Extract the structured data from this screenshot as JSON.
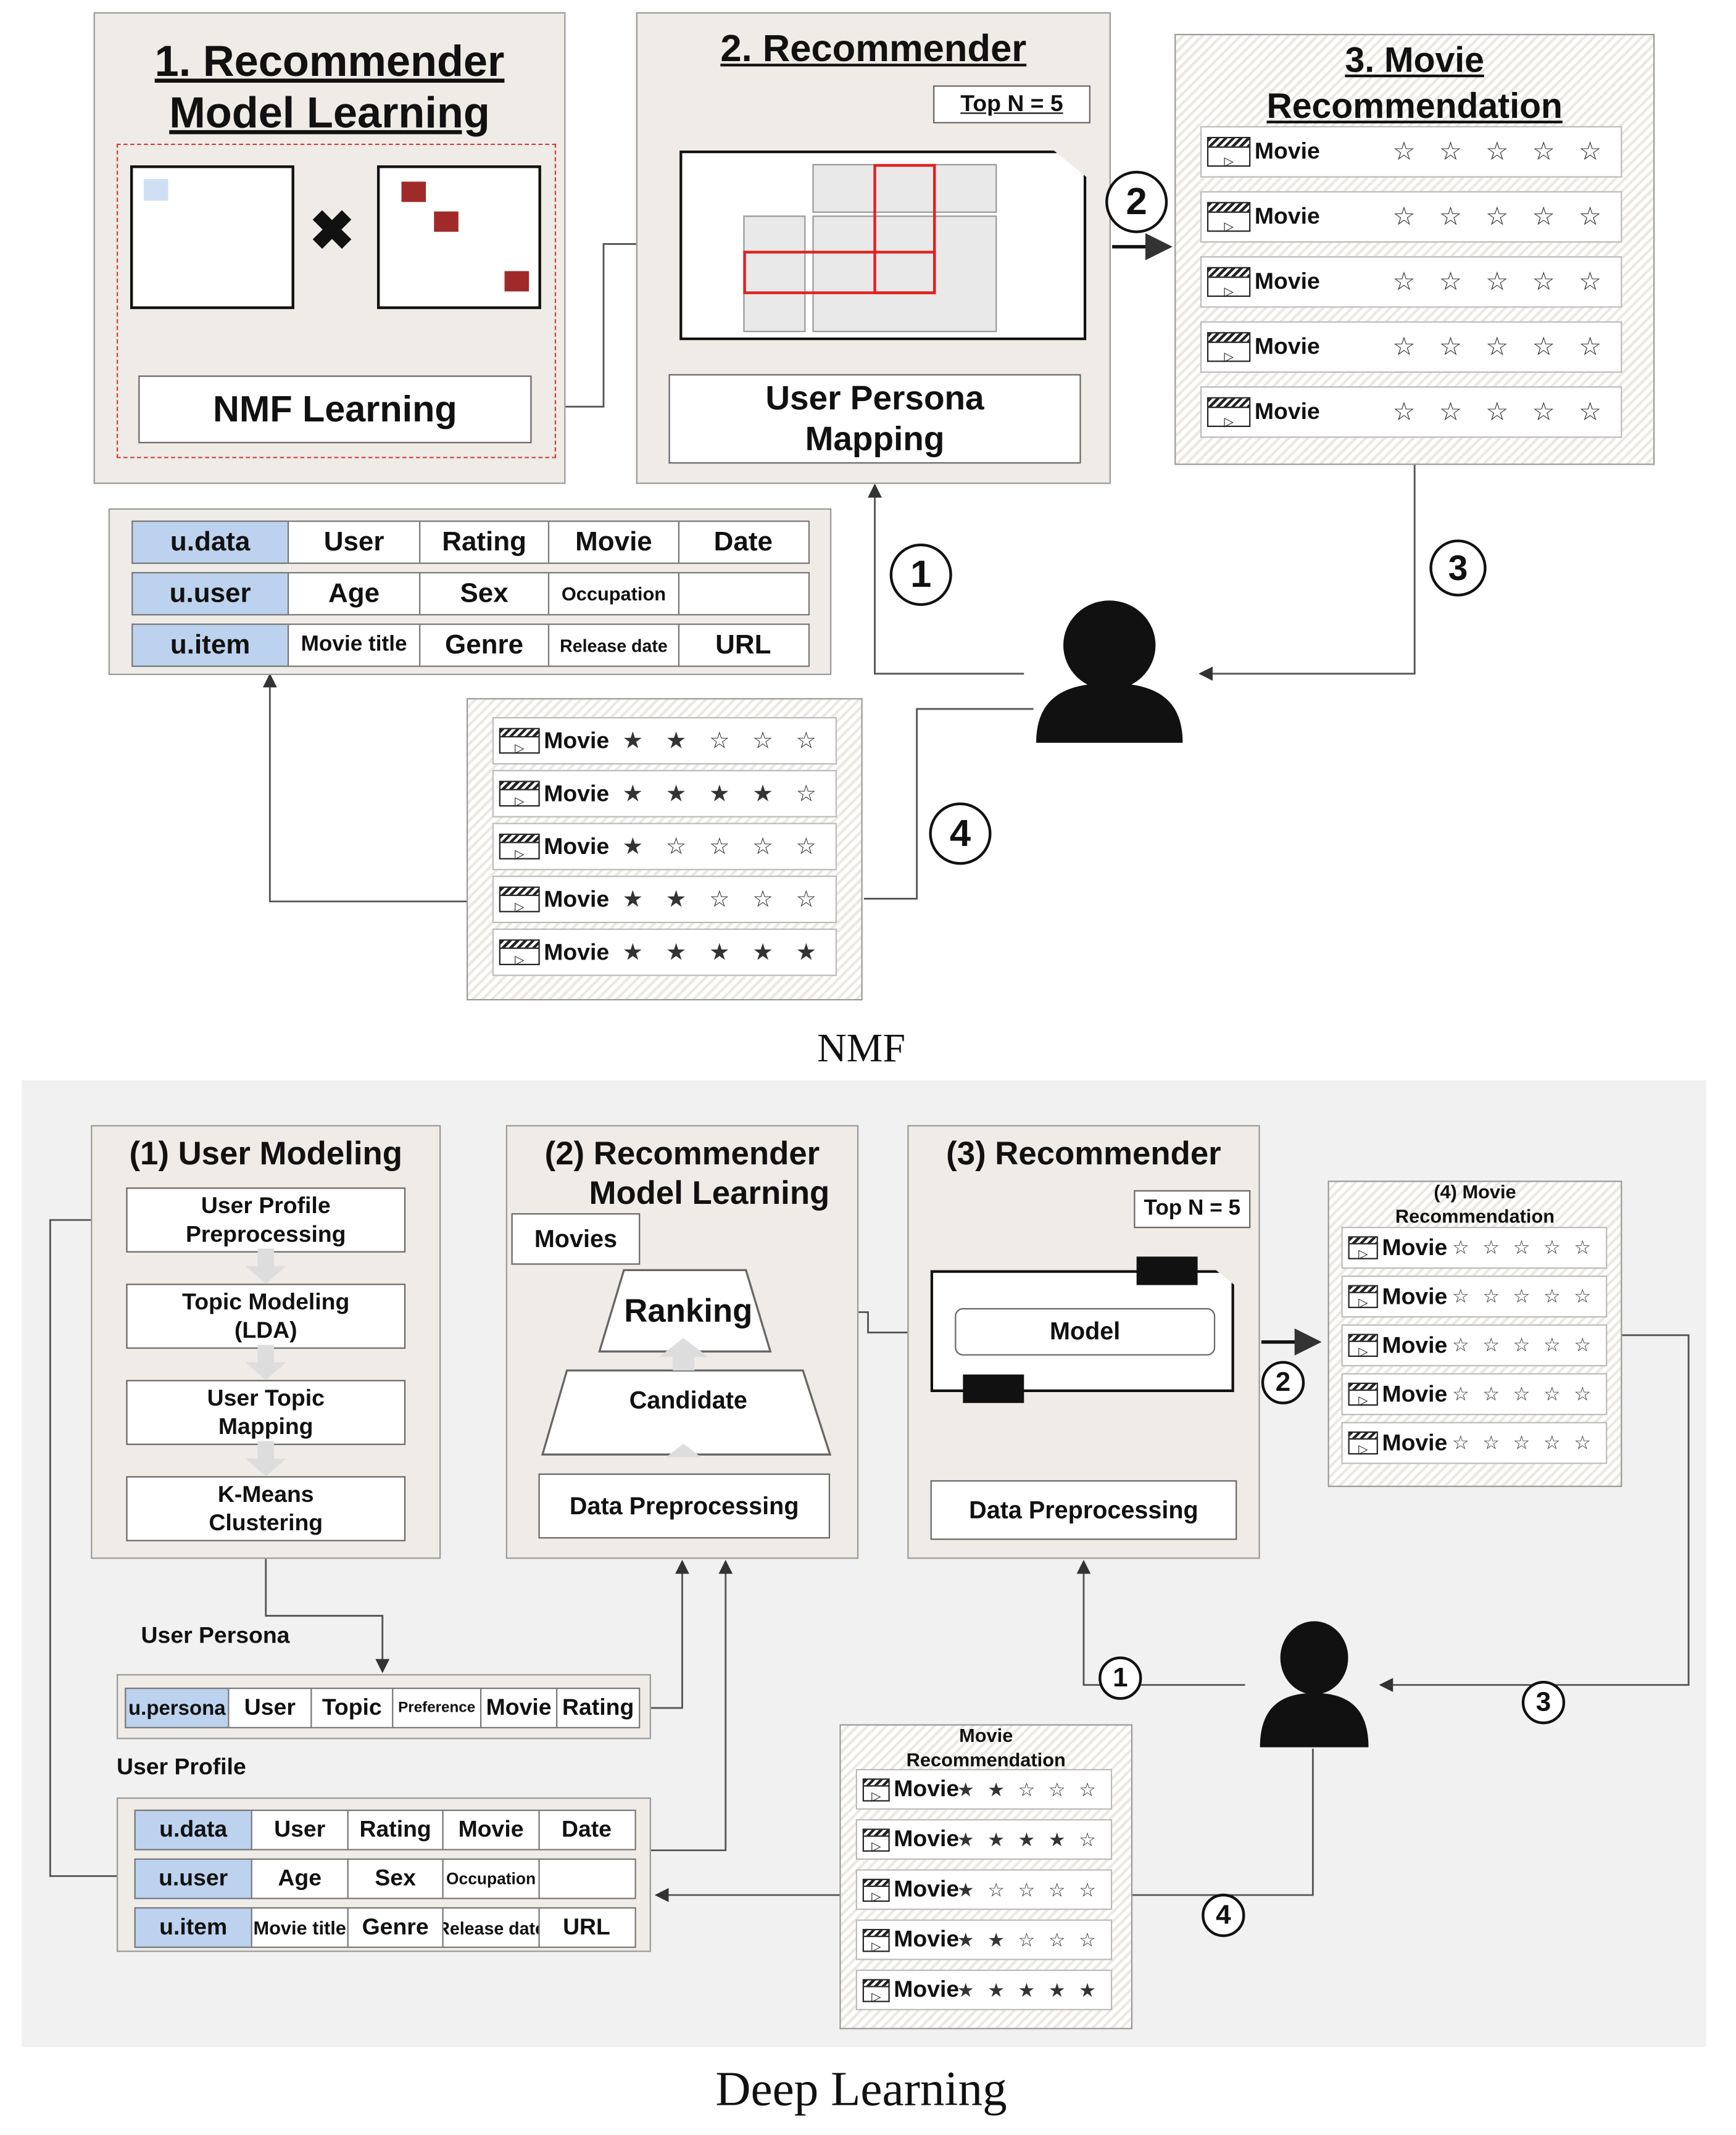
{
  "nmf": {
    "caption": "NMF",
    "step1": {
      "title_line1": "1. Recommender",
      "title_line2": "Model Learning",
      "button": "NMF Learning"
    },
    "step2": {
      "title": "2. Recommender",
      "topn": "Top N = 5",
      "button_line1": "User Persona",
      "button_line2": "Mapping"
    },
    "step3": {
      "title_line1": "3. Movie",
      "title_line2": "Recommendation"
    },
    "recommend_rows": [
      {
        "label": "Movie",
        "stars": "☆ ☆ ☆ ☆ ☆"
      },
      {
        "label": "Movie",
        "stars": "☆ ☆ ☆ ☆ ☆"
      },
      {
        "label": "Movie",
        "stars": "☆ ☆ ☆ ☆ ☆"
      },
      {
        "label": "Movie",
        "stars": "☆ ☆ ☆ ☆ ☆"
      },
      {
        "label": "Movie",
        "stars": "☆ ☆ ☆ ☆ ☆"
      }
    ],
    "rating_rows": [
      {
        "label": "Movie",
        "stars": "★ ★ ☆ ☆ ☆"
      },
      {
        "label": "Movie",
        "stars": "★ ★ ★ ★ ☆"
      },
      {
        "label": "Movie",
        "stars": "★ ☆ ☆ ☆ ☆"
      },
      {
        "label": "Movie",
        "stars": "★ ★ ☆ ☆ ☆"
      },
      {
        "label": "Movie",
        "stars": "★ ★ ★ ★ ★"
      }
    ],
    "table": {
      "u_data": [
        "u.data",
        "User",
        "Rating",
        "Movie",
        "Date"
      ],
      "u_user": [
        "u.user",
        "Age",
        "Sex",
        "Occupation",
        ""
      ],
      "u_item": [
        "u.item",
        "Movie title",
        "Genre",
        "Release date",
        "URL"
      ]
    },
    "markers": {
      "m1": "1",
      "m2": "2",
      "m3": "3",
      "m4": "4"
    }
  },
  "deep": {
    "caption": "Deep Learning",
    "user_modeling": {
      "title": "(1) User Modeling",
      "steps": [
        {
          "line1": "User Profile",
          "line2": "Preprocessing"
        },
        {
          "line1": "Topic Modeling",
          "line2": "(LDA)"
        },
        {
          "line1": "User Topic",
          "line2": "Mapping"
        },
        {
          "line1": "K-Means",
          "line2": "Clustering"
        }
      ]
    },
    "model_learning": {
      "title_line1": "(2) Recommender",
      "title_line2": "Model Learning",
      "movies": "Movies",
      "ranking": "Ranking",
      "candidate": "Candidate",
      "preprocessing": "Data Preprocessing"
    },
    "recommender": {
      "title": "(3) Recommender",
      "topn": "Top N = 5",
      "model": "Model",
      "preprocessing": "Data Preprocessing"
    },
    "movie_rec": {
      "title_line1": "(4) Movie",
      "title_line2": "Recommendation",
      "rows": [
        {
          "label": "Movie",
          "stars": "☆ ☆ ☆ ☆ ☆"
        },
        {
          "label": "Movie",
          "stars": "☆ ☆ ☆ ☆ ☆"
        },
        {
          "label": "Movie",
          "stars": "☆ ☆ ☆ ☆ ☆"
        },
        {
          "label": "Movie",
          "stars": "☆ ☆ ☆ ☆ ☆"
        },
        {
          "label": "Movie",
          "stars": "☆ ☆ ☆ ☆ ☆"
        }
      ]
    },
    "rating": {
      "title_line1": "Movie",
      "title_line2": "Recommendation",
      "rows": [
        {
          "label": "Movie",
          "stars": "★ ★ ☆ ☆ ☆"
        },
        {
          "label": "Movie",
          "stars": "★ ★ ★ ★ ☆"
        },
        {
          "label": "Movie",
          "stars": "★ ☆ ☆ ☆ ☆"
        },
        {
          "label": "Movie",
          "stars": "★ ★ ☆ ☆ ☆"
        },
        {
          "label": "Movie",
          "stars": "★ ★ ★ ★ ★"
        }
      ]
    },
    "persona": {
      "label": "User Persona",
      "cells": [
        "u.persona",
        "User",
        "Topic",
        "Preference",
        "Movie",
        "Rating"
      ]
    },
    "profile": {
      "label": "User Profile",
      "u_data": [
        "u.data",
        "User",
        "Rating",
        "Movie",
        "Date"
      ],
      "u_user": [
        "u.user",
        "Age",
        "Sex",
        "Occupation",
        ""
      ],
      "u_item": [
        "u.item",
        "Movie title",
        "Genre",
        "Release date",
        "URL"
      ]
    },
    "markers": {
      "m1": "1",
      "m2": "2",
      "m3": "3",
      "m4": "4"
    }
  },
  "colors": {
    "accent_table": "#bcd2ee",
    "matrix_red": "#a02a2a",
    "highlight_red": "#e02020",
    "panel": "#efebe6"
  }
}
